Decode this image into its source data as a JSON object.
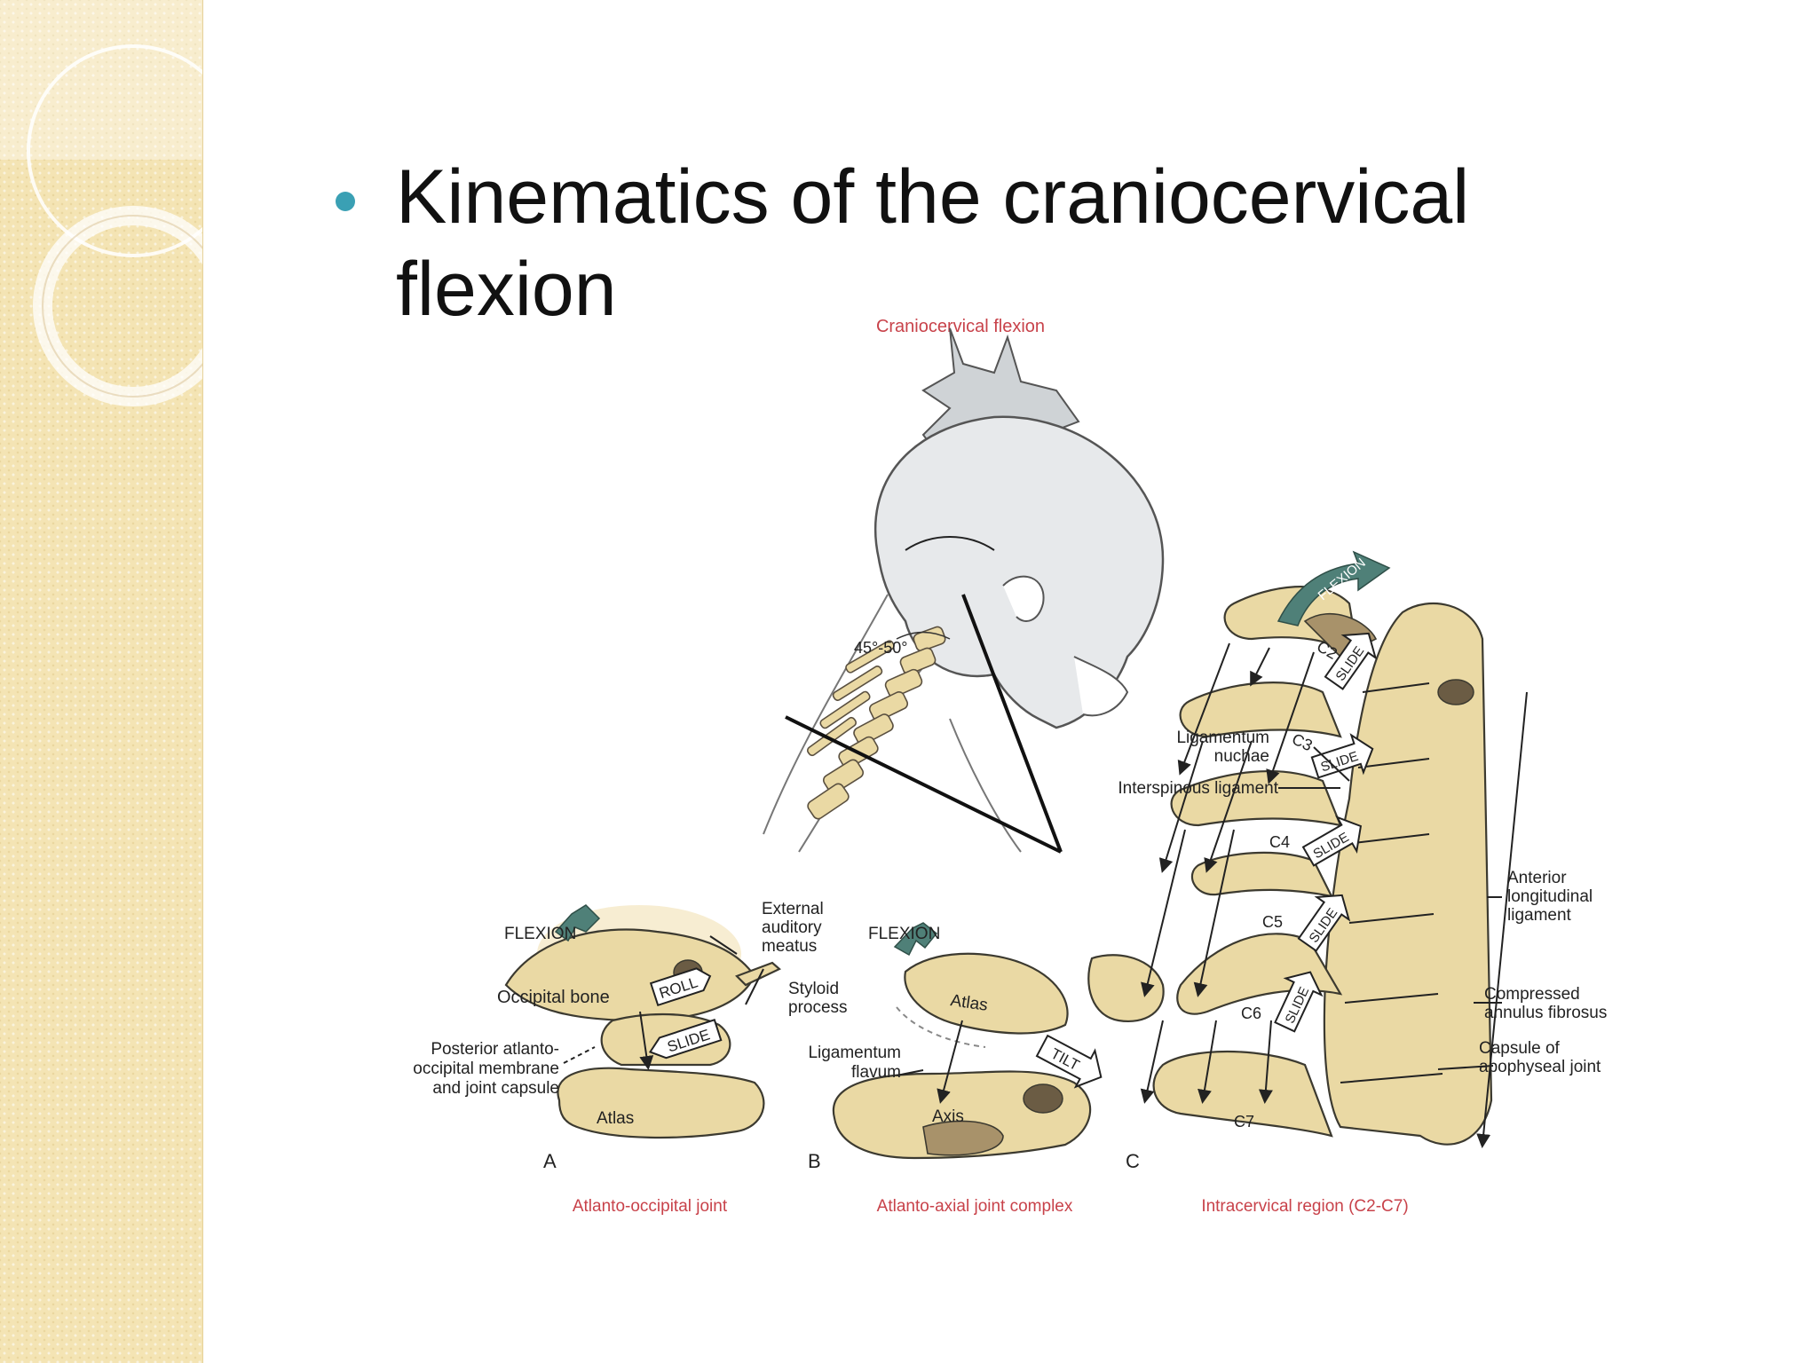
{
  "slide": {
    "title": "Kinematics of the craniocervical flexion"
  },
  "figure": {
    "top_caption": "Craniocervical flexion",
    "angle_label": "45°-50°",
    "panel_a": {
      "letter": "A",
      "caption": "Atlanto-occipital joint",
      "flexion": "FLEXION",
      "external_auditory_1": "External",
      "external_auditory_2": "auditory",
      "external_auditory_3": "meatus",
      "roll": "ROLL",
      "slide": "SLIDE",
      "styloid_1": "Styloid",
      "styloid_2": "process",
      "occipital_bone": "Occipital bone",
      "posterior_1": "Posterior atlanto-",
      "posterior_2": "occipital membrane",
      "posterior_3": "and joint capsule",
      "atlas": "Atlas"
    },
    "panel_b": {
      "letter": "B",
      "caption": "Atlanto-axial joint complex",
      "flexion": "FLEXION",
      "atlas": "Atlas",
      "tilt": "TILT",
      "ligamentum_1": "Ligamentum",
      "ligamentum_2": "flavum",
      "axis": "Axis"
    },
    "panel_c": {
      "letter": "C",
      "caption": "Intracervical region (C2-C7)",
      "flexion": "FLEXION",
      "c2": "C2",
      "c3": "C3",
      "c4": "C4",
      "c5": "C5",
      "c6": "C6",
      "c7": "C7",
      "slide": "SLIDE",
      "lig_nuchae_1": "Ligamentum",
      "lig_nuchae_2": "nuchae",
      "interspinous": "Interspinous ligament",
      "anterior_1": "Anterior",
      "anterior_2": "longitudinal",
      "anterior_3": "ligament",
      "compressed_1": "Compressed",
      "compressed_2": "annulus fibrosus",
      "capsule_1": "Capsule of",
      "capsule_2": "apophyseal joint"
    }
  },
  "colors": {
    "bullet": "#3aa0b4",
    "caption_red": "#c8424a",
    "bone": "#ead9a4",
    "flexion_arrow": "#4f8078",
    "sidebar": "#f4e4b4"
  }
}
